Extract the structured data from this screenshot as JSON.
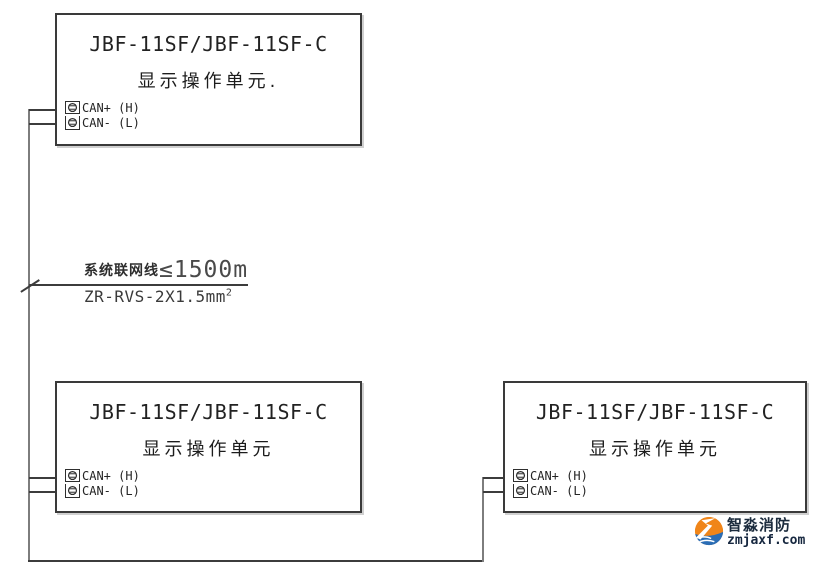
{
  "diagram": {
    "units": [
      {
        "position": "top-left",
        "title": "JBF-11SF/JBF-11SF-C",
        "subtitle": "显示操作单元.",
        "terminals": [
          {
            "label": "CAN+ (H)"
          },
          {
            "label": "CAN- (L)"
          }
        ]
      },
      {
        "position": "bottom-left",
        "title": "JBF-11SF/JBF-11SF-C",
        "subtitle": "显示操作单元",
        "terminals": [
          {
            "label": "CAN+ (H)"
          },
          {
            "label": "CAN- (L)"
          }
        ]
      },
      {
        "position": "bottom-right",
        "title": "JBF-11SF/JBF-11SF-C",
        "subtitle": "显示操作单元",
        "terminals": [
          {
            "label": "CAN+ (H)"
          },
          {
            "label": "CAN- (L)"
          }
        ]
      }
    ],
    "cable_label": {
      "name": "系统联网线",
      "limit": "≤1500m",
      "spec": "ZR-RVS-2X1.5mm",
      "spec_superscript": "2"
    },
    "colors": {
      "box_border": "#3a3a3a",
      "wire_stub": "#3c3c3c",
      "wire_bus": "#7d7d7d",
      "text": "#1f1f1f"
    }
  },
  "watermark": {
    "brand": "智淼消防",
    "site": "zmjaxf.com",
    "colors": {
      "icon_orange": "#f08519",
      "icon_blue": "#2a6db5",
      "text_navy": "#16273f"
    }
  }
}
